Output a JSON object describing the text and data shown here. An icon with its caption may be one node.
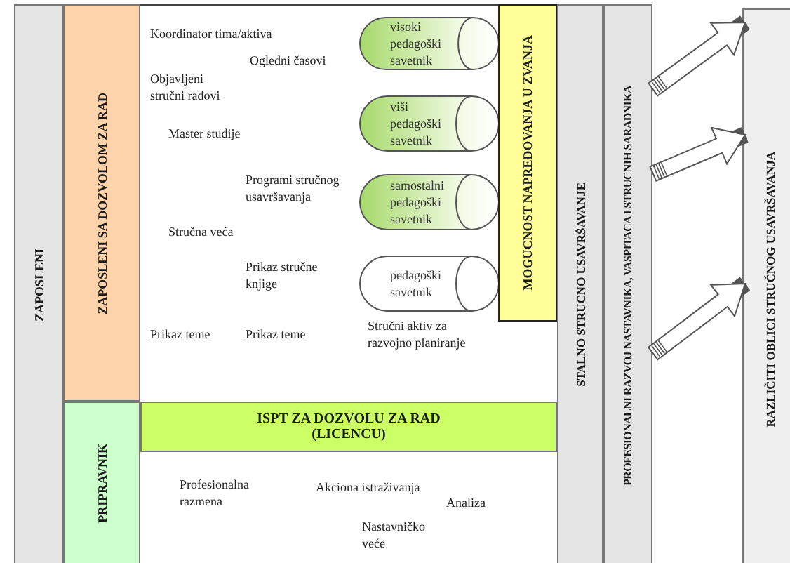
{
  "diagram": {
    "nodes": [
      {
        "text": [
          "ZAPOSLENI"
        ]
      },
      {
        "text": [
          "ZAPOSLENI SA DOZVOLOM ZA RAD"
        ]
      },
      {
        "text": [
          "visoki pedagoški savetnik"
        ]
      },
      {
        "text": [
          "viši pedagoški savetnik"
        ]
      },
      {
        "text": [
          "samostalni pedagoški savetnik"
        ]
      },
      {
        "text": [
          "pedagoški savetnik"
        ]
      },
      {
        "text": [
          "MOGUCNOST NAPREDOVANJA U ZVANJA"
        ]
      },
      {
        "text": [
          "ISPT ZA DOZVOLU ZA RAD (LICENCU)"
        ]
      },
      {
        "text": [
          "PRIPRAVNIK"
        ]
      },
      {
        "text": [
          "STALNO STRUCNO USAVRŠAVANJE"
        ]
      },
      {
        "text": [
          "PROFESIONALNI RAZVOJ NASTAVNIKA, VASPITACA I STRUCNIH SARADNIKA"
        ]
      },
      {
        "text": [
          "RAZLIČITI OBLICI STRUČNOG USAVRŠAVANJA"
        ]
      }
    ],
    "edges": [
      {
        "from": 10,
        "to": 11,
        "arrow": "to"
      },
      {
        "from": 10,
        "to": 11,
        "arrow": "to"
      },
      {
        "from": 10,
        "to": 11,
        "arrow": "to"
      }
    ],
    "labels": [
      "Koordinator tima/aktiva",
      "Ogledni časovi",
      "Objavljeni stručni radovi",
      "Master studije",
      "Programi stručnog usavršavanja",
      "Stručna veća",
      "Prikaz stručne knjige",
      "Prikaz teme",
      "Prikaz teme",
      "Stručni aktiv za razvojno planiranje",
      "Profesionalna razmena",
      "Akciona istraživanja",
      "Analiza",
      "Nastavničko veće"
    ]
  }
}
